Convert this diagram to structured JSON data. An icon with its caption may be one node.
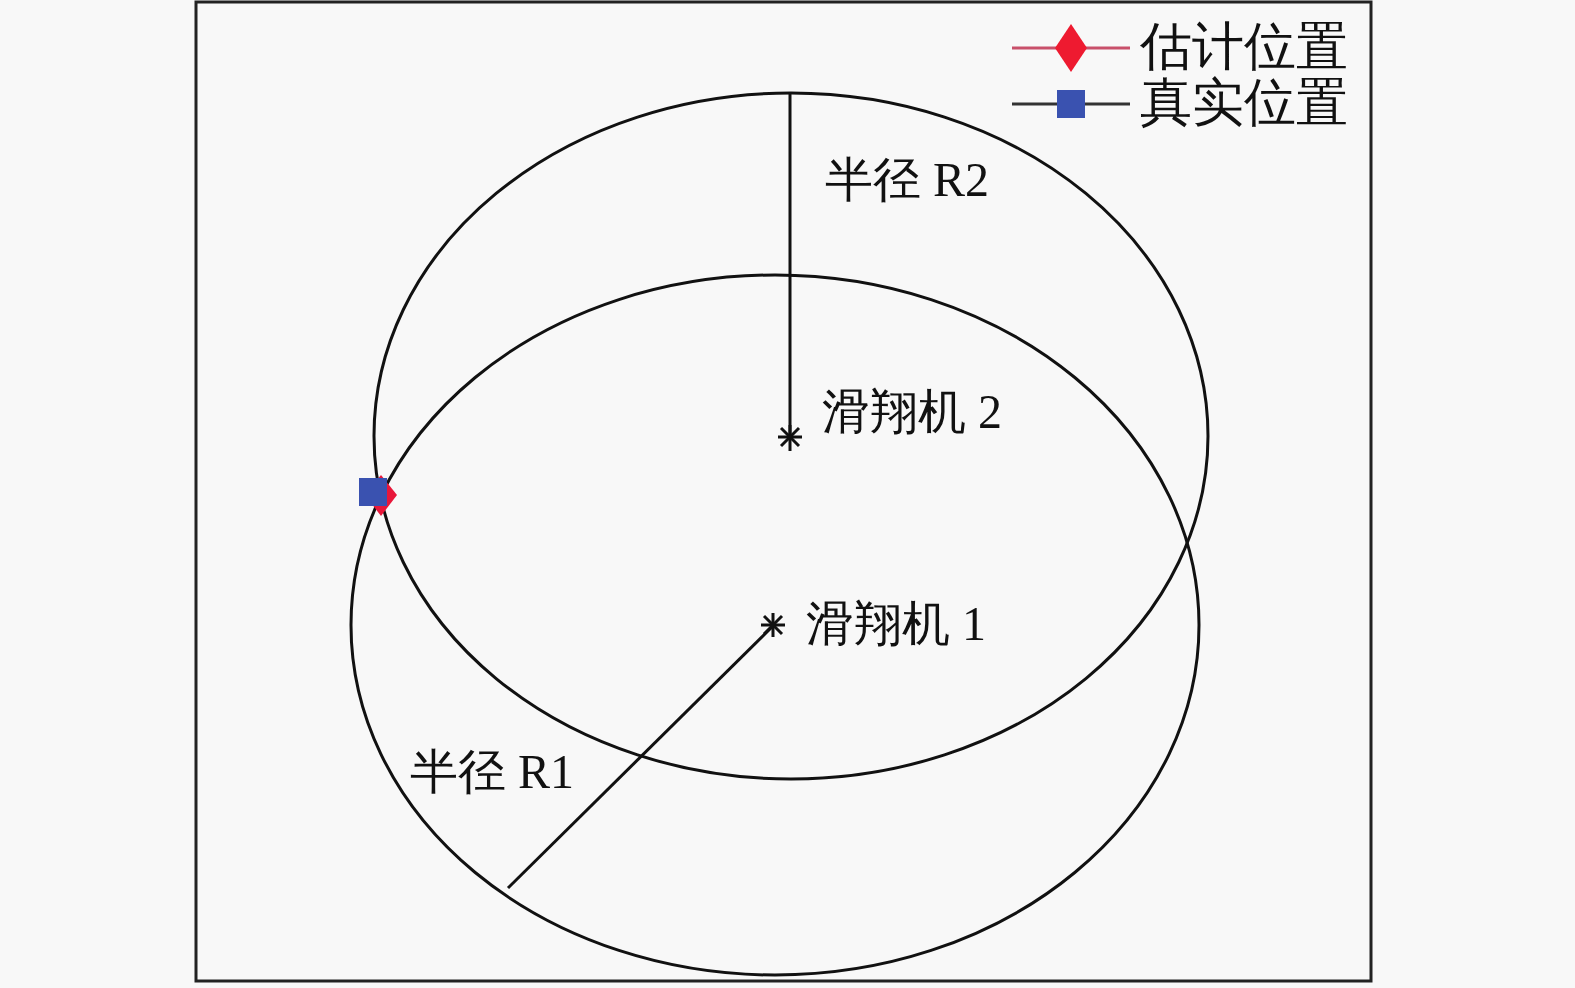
{
  "diagram": {
    "labels": [
      "半径 R2",
      "滑翔机 2",
      "滑翔机 1",
      "半径 R1"
    ],
    "legend": [
      {
        "text": "估计位置"
      },
      {
        "text": "真实位置"
      }
    ]
  }
}
